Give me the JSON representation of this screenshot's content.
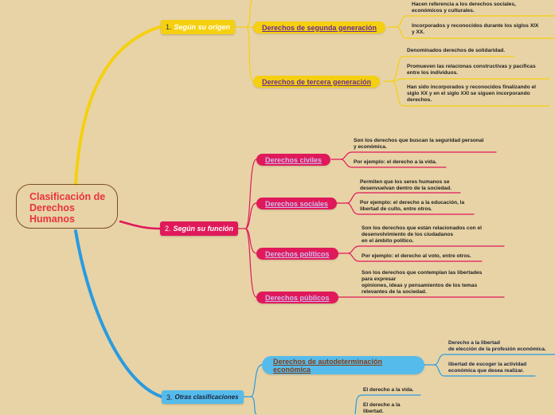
{
  "central": {
    "title": "Clasificación de Derechos Humanos"
  },
  "colors": {
    "origin": "#f5d010",
    "function": "#e0195a",
    "other": "#55bbea",
    "central_text": "#e8333f",
    "background": "#e8d3a6"
  },
  "branches": [
    {
      "number": "1.",
      "label": "Según su origen",
      "children": [
        {
          "label": "Derechos de segunda generación",
          "leaves": [
            "Hacen referencia a los derechos sociales,\neconómicos y culturales.",
            "Incorporados y reconocidos durante los siglos XIX\ny XX."
          ]
        },
        {
          "label": "Derechos de tercera generación",
          "leaves": [
            "Denominados derechos de solidaridad.",
            "Promueven las relacionas constructivas y pacíficas\nentre los individuos.",
            "Han sido incorporados y reconocidos finalizando el\nsiglo XX y en el siglo XXI se siguen incorporando\nderechos."
          ]
        }
      ]
    },
    {
      "number": "2.",
      "label": "Según su función",
      "children": [
        {
          "label": "Derechos civiles",
          "leaves": [
            "Son los derechos que buscan la seguridad personal\ny económica.",
            "Por ejemplo: el derecho a la vida."
          ]
        },
        {
          "label": "Derechos sociales",
          "leaves": [
            "Permiten que los seres humanos se\ndesenvuelvan dentro de la sociedad.",
            "Por ejemplo: el derecho a la educación, la\nlibertad de culto, entre otros."
          ]
        },
        {
          "label": "Derechos políticos",
          "leaves": [
            "Son los derechos que están relacionados con el\ndesenvolvimiento de los ciudadanos\nen el ámbito político.",
            "Por ejemplo: el derecho al voto, entre otros."
          ]
        },
        {
          "label": "Derechos públicos",
          "leaves": [
            "Son los derechos que contemplan las libertades\npara expresar\n opiniones, ideas y pensamientos de los temas\nrelevantes de la sociedad."
          ]
        }
      ]
    },
    {
      "number": "3.",
      "label": "Otras clasificaciones",
      "children": [
        {
          "label": "Derechos de autodeterminación económica",
          "leaves": [
            "Derecho a la libertad\nde elección de la profesión económica.",
            "libertad de escoger la actividad\neconómica que desea realizar."
          ]
        },
        {
          "label": "",
          "leaves": [
            "El derecho a la vida.",
            "El derecho a la\nlibertad."
          ]
        }
      ]
    }
  ]
}
